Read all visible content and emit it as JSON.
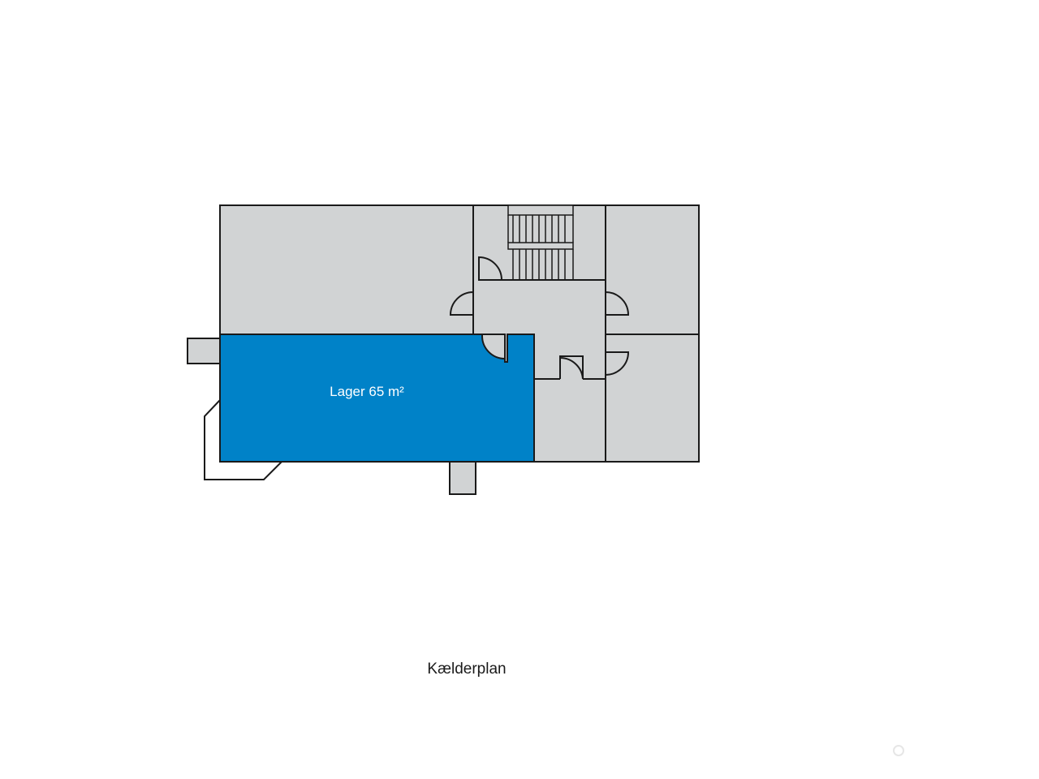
{
  "plan": {
    "title": "Kælderplan",
    "highlighted_room": {
      "name": "Lager",
      "area": "65 m²",
      "label": "Lager 65 m²"
    }
  },
  "colors": {
    "room_fill": "#d1d3d4",
    "highlight_fill": "#0082c8",
    "wall": "#1a1a1a",
    "background": "#ffffff"
  }
}
